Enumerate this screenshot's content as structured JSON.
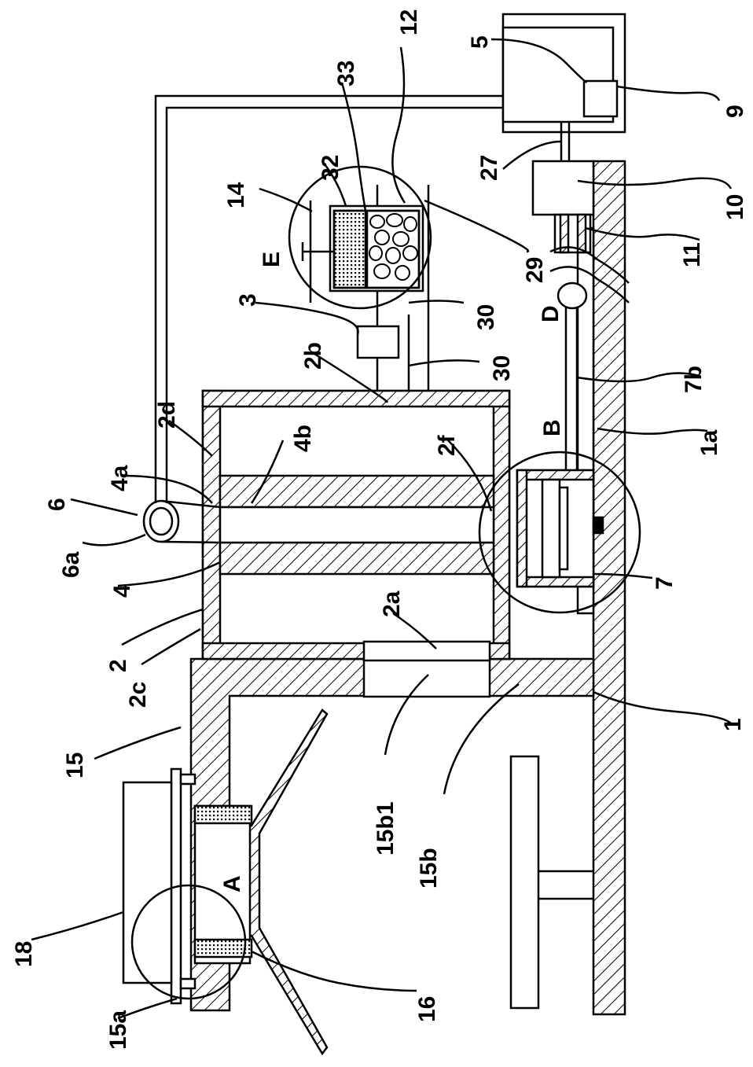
{
  "figure": {
    "labels": {
      "l1": "1",
      "l1a": "1a",
      "l2": "2",
      "l2a": "2a",
      "l2b": "2b",
      "l2c": "2c",
      "l2d": "2d",
      "l2f": "2f",
      "l3": "3",
      "l4": "4",
      "l4a": "4a",
      "l4b": "4b",
      "l5": "5",
      "l6": "6",
      "l6a": "6a",
      "l7": "7",
      "l7b": "7b",
      "l9": "9",
      "l10": "10",
      "l11": "11",
      "l12": "12",
      "l14": "14",
      "l15": "15",
      "l15a": "15a",
      "l15b": "15b",
      "l15b1": "15b1",
      "l16": "16",
      "l18": "18",
      "l27": "27",
      "l29": "29",
      "l30a": "30",
      "l30b": "30",
      "l32": "32",
      "l33": "33",
      "lA": "A",
      "lB": "B",
      "lD": "D",
      "lE": "E"
    }
  }
}
